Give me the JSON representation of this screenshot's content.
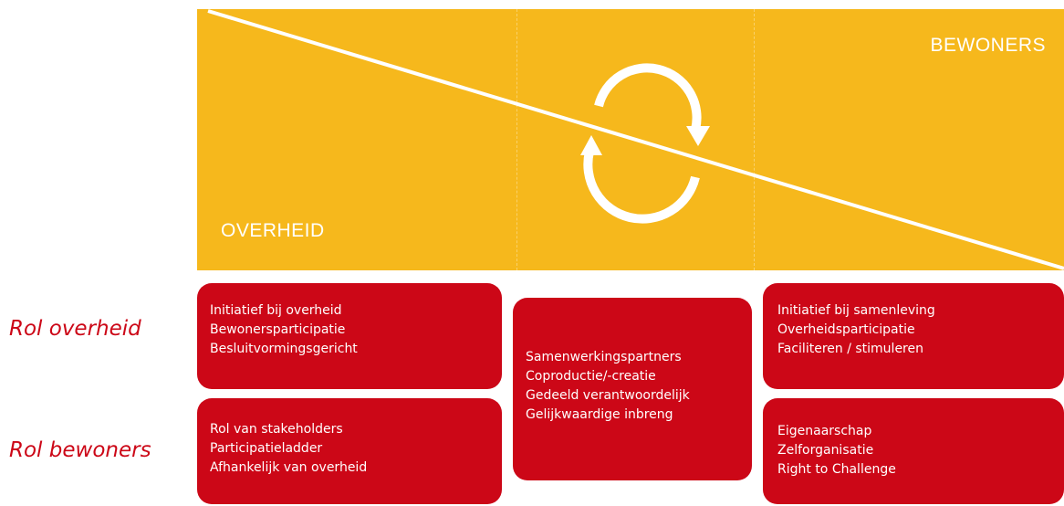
{
  "banner": {
    "label_top_right": "BEWONERS",
    "label_bottom_left": "OVERHEID",
    "background_color": "#f6b81c",
    "icon": "cycle-arrows-icon"
  },
  "row_labels": {
    "government": "Rol overheid",
    "residents": "Rol bewoners"
  },
  "boxes": {
    "government_left": [
      "Initiatief bij overheid",
      "Bewonersparticipatie",
      "Besluitvormingsgericht"
    ],
    "residents_left": [
      "Rol van stakeholders",
      "Participatieladder",
      "Afhankelijk van overheid"
    ],
    "center": [
      "Samenwerkingspartners",
      "Coproductie/-creatie",
      "Gedeeld verantwoordelijk",
      "Gelijkwaardige inbreng"
    ],
    "government_right": [
      "Initiatief bij samenleving",
      "Overheidsparticipatie",
      "Faciliteren / stimuleren"
    ],
    "residents_right": [
      "Eigenaarschap",
      "Zelforganisatie",
      "Right to Challenge"
    ]
  },
  "colors": {
    "box_red": "#cc0717",
    "label_red": "#cc0717",
    "text_white": "#ffffff"
  }
}
